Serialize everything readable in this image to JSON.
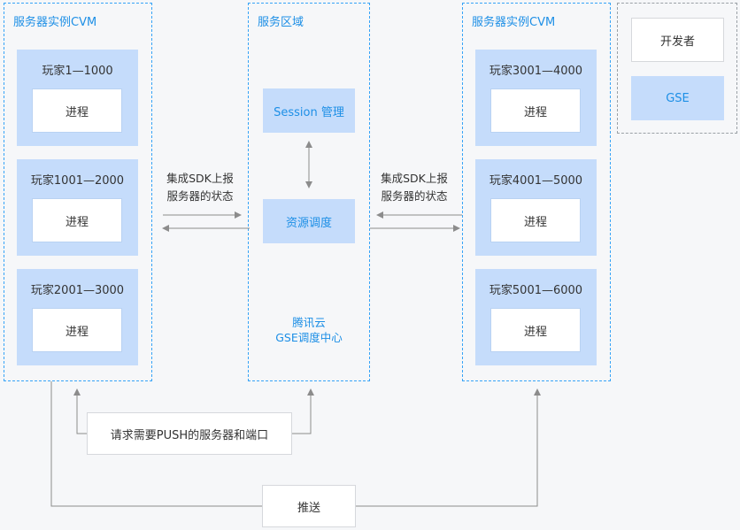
{
  "left_cvm": {
    "title": "服务器实例CVM",
    "groups": [
      {
        "label": "玩家1—1000",
        "process": "进程"
      },
      {
        "label": "玩家1001—2000",
        "process": "进程"
      },
      {
        "label": "玩家2001—3000",
        "process": "进程"
      }
    ]
  },
  "right_cvm": {
    "title": "服务器实例CVM",
    "groups": [
      {
        "label": "玩家3001—4000",
        "process": "进程"
      },
      {
        "label": "玩家4001—5000",
        "process": "进程"
      },
      {
        "label": "玩家5001—6000",
        "process": "进程"
      }
    ]
  },
  "center": {
    "title": "服务区域",
    "session": "Session 管理",
    "scheduler": "资源调度",
    "caption_line1": "腾讯云",
    "caption_line2": "GSE调度中心"
  },
  "notes": {
    "left_line1": "集成SDK上报",
    "left_line2": "服务器的状态",
    "right_line1": "集成SDK上报",
    "right_line2": "服务器的状态"
  },
  "bottom": {
    "request": "请求需要PUSH的服务器和端口",
    "push": "推送"
  },
  "legend": {
    "developer": "开发者",
    "gse": "GSE"
  },
  "colors": {
    "zone_border": "#36a3f7",
    "group_fill": "#c5dcfb",
    "accent_text": "#1d8fe6",
    "arrow": "#8c8c8c"
  }
}
